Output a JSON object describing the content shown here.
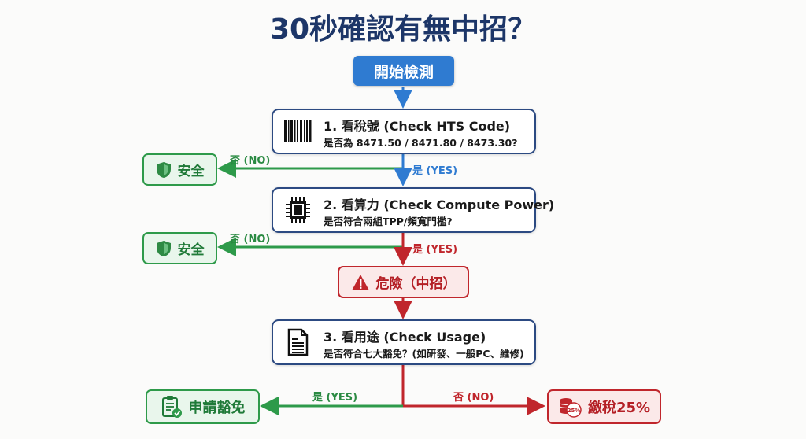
{
  "title": "30秒確認有無中招？",
  "start_label": "開始檢測",
  "steps": [
    {
      "title": "1. 看稅號 (Check HTS Code)",
      "question": "是否為 8471.50 / 8471.80 / 8473.30?",
      "icon": "barcode-icon"
    },
    {
      "title": "2. 看算力 (Check Compute Power)",
      "question": "是否符合兩組TPP/頻寬門檻?",
      "icon": "chip-icon"
    },
    {
      "title": "3. 看用途 (Check Usage)",
      "question": "是否符合七大豁免？(如研發、一般PC、維修)",
      "icon": "document-icon"
    }
  ],
  "labels": {
    "yes": "是 (YES)",
    "no": "否 (NO)"
  },
  "outcomes": {
    "safe": "安全",
    "danger": "危險（中招）",
    "exempt": "申請豁免",
    "tax": "繳稅25%",
    "tax_icon_text": "25%"
  },
  "colors": {
    "navy": "#1d3668",
    "blue": "#2f7bd1",
    "green": "#2e9a4a",
    "red": "#c0262c"
  }
}
